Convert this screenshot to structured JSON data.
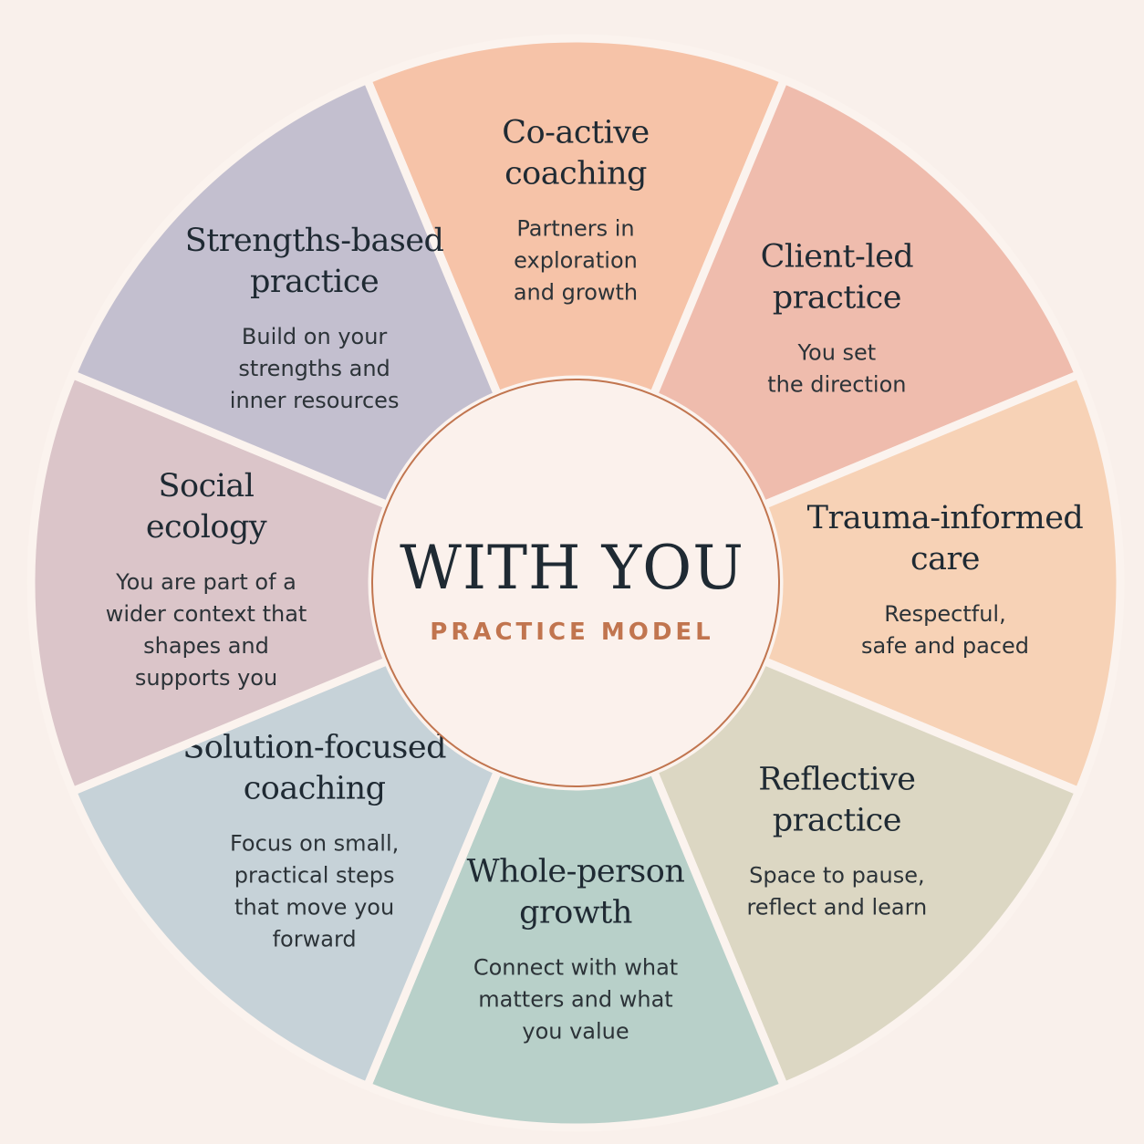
{
  "center": {
    "title": "WITH YOU",
    "subtitle": "PRACTICE MODEL",
    "ring_color": "#c1754f",
    "fill_color": "#fbf1ec"
  },
  "segments": [
    {
      "title_lines": [
        "Co-active",
        "coaching"
      ],
      "desc_lines": [
        "Partners in",
        "exploration",
        "and growth"
      ],
      "color": "#f6c3a8"
    },
    {
      "title_lines": [
        "Client-led",
        "practice"
      ],
      "desc_lines": [
        "You set",
        "the direction"
      ],
      "color": "#efbcad"
    },
    {
      "title_lines": [
        "Trauma-informed",
        "care"
      ],
      "desc_lines": [
        "Respectful,",
        "safe and paced"
      ],
      "color": "#f7d2b6"
    },
    {
      "title_lines": [
        "Reflective",
        "practice"
      ],
      "desc_lines": [
        "Space to pause,",
        "reflect and learn"
      ],
      "color": "#dcd7c3"
    },
    {
      "title_lines": [
        "Whole-person",
        "growth"
      ],
      "desc_lines": [
        "Connect with what",
        "matters and what",
        "you value"
      ],
      "color": "#b8d0c9"
    },
    {
      "title_lines": [
        "Solution-focused",
        "coaching"
      ],
      "desc_lines": [
        "Focus on small,",
        "practical steps",
        "that move you",
        "forward"
      ],
      "color": "#c6d2d8"
    },
    {
      "title_lines": [
        "Social",
        "ecology"
      ],
      "desc_lines": [
        "You are part of a",
        "wider context that",
        "shapes and",
        "supports you"
      ],
      "color": "#dbc5c9"
    },
    {
      "title_lines": [
        "Strengths-based",
        "practice"
      ],
      "desc_lines": [
        "Build on your",
        "strengths and",
        "inner resources"
      ],
      "color": "#c3bfcf"
    }
  ]
}
